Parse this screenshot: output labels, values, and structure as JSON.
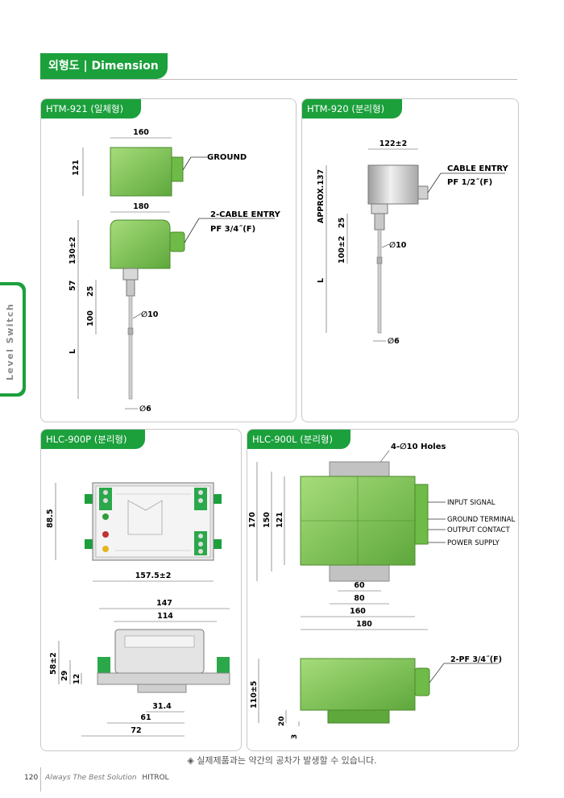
{
  "header": {
    "title": "외형도 | Dimension"
  },
  "side_tab": {
    "label": "Level Switch"
  },
  "panels": {
    "htm921": {
      "title": "HTM-921 (일체형)",
      "dims": {
        "w160": "160",
        "h121": "121",
        "w180": "180",
        "h130": "130±2",
        "h57": "57",
        "h25": "25",
        "h100": "100",
        "L": "L",
        "d10": "∅10",
        "d6": "∅6"
      },
      "labels": {
        "ground": "GROUND",
        "cable": "2-CABLE ENTRY",
        "pf": "PF 3/4˝(F)"
      }
    },
    "htm920": {
      "title": "HTM-920 (분리형)",
      "dims": {
        "w122": "122±2",
        "approx": "APPROX.137",
        "h25": "25",
        "h100": "100±2",
        "L": "L",
        "d10": "∅10",
        "d6": "∅6"
      },
      "labels": {
        "cable": "CABLE ENTRY",
        "pf": "PF 1/2˝(F)"
      }
    },
    "hlc900p": {
      "title": "HLC-900P (분리형)",
      "dims": {
        "h885": "88.5",
        "w1575": "157.5±2",
        "w147": "147",
        "w114": "114",
        "h58": "58±2",
        "h29": "29",
        "h12": "12",
        "w314": "31.4",
        "w61": "61",
        "w72": "72"
      }
    },
    "hlc900l": {
      "title": "HLC-900L (분리형)",
      "dims": {
        "holes": "4-∅10 Holes",
        "h170": "170",
        "h150": "150",
        "h121": "121",
        "w60": "60",
        "w80": "80",
        "w160": "160",
        "w180": "180",
        "h110": "110±5",
        "h20": "20",
        "h3": "3"
      },
      "labels": {
        "input": "INPUT SIGNAL",
        "ground": "GROUND TERMINAL",
        "output": "OUTPUT CONTACT",
        "power": "POWER SUPPLY",
        "pf": "2-PF 3/4˝(F)"
      }
    }
  },
  "footnote": "◈ 실제제품과는 약간의 공차가 발생할 수 있습니다.",
  "footer": {
    "page": "120",
    "tagline": "Always The Best Solution",
    "brand": "HITROL"
  },
  "colors": {
    "green": "#1ba03c",
    "body_green": "#7fc85a",
    "grey_body": "#c9c9c9"
  }
}
